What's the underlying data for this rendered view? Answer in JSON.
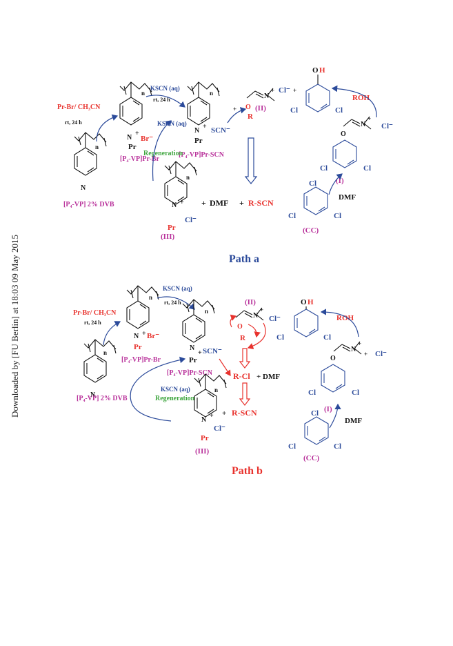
{
  "side_note": "Downloaded by [FU Berlin] at 18:03 09 May 2015",
  "colors": {
    "blue": "#2b4a9a",
    "red": "#e8322d",
    "magenta": "#b8309a",
    "green": "#3fa63f",
    "black": "#111111"
  },
  "path_a": {
    "title": "Path a",
    "reagent": "Pr-Br/ CH₃CN",
    "cond1": "rt, 24 h",
    "kscn": "KSCN (aq)",
    "cond2": "rt, 24 h",
    "kscn_regen": "KSCN (aq)",
    "regeneration": "Regeneration",
    "label_start": "[P₄-VP] 2% DVB",
    "label_prbr": "[P₄-VP]Pr-Br",
    "label_prscn": "[P₄-VP]Pr-SCN",
    "label_III": "(III)",
    "label_II": "(II)",
    "label_I": "(I)",
    "label_CC": "(CC)",
    "roh": "ROH",
    "dmf_cc": "DMF",
    "dmf_prod": "DMF",
    "rscn": "R-SCN",
    "scn": "SCN⁻",
    "br": "Br⁻",
    "cl": "Cl⁻",
    "pr": "Pr",
    "n": "N",
    "sub_n": "n",
    "plus": "+",
    "o": "O",
    "r": "R",
    "oh": "OH"
  },
  "path_b": {
    "title": "Path b",
    "reagent": "Pr-Br/ CH₃CN",
    "cond1": "rt, 24 h",
    "kscn": "KSCN (aq)",
    "cond2": "rt, 24 h",
    "kscn_regen": "KSCN (aq)",
    "regeneration": "Regeneration",
    "label_start": "[P₄-VP] 2% DVB",
    "label_prbr": "[P₄-VP]Pr-Br",
    "label_prscn": "[P₄-VP]Pr-SCN",
    "label_III": "(III)",
    "label_II": "(II)",
    "label_I": "(I)",
    "label_CC": "(CC)",
    "roh": "ROH",
    "dmf_cc": "DMF",
    "rcl": "R-Cl",
    "dmf_prod": "+ DMF",
    "rscn": "R-SCN",
    "scn": "SCN⁻",
    "br": "Br⁻",
    "cl": "Cl⁻",
    "pr": "Pr",
    "n": "N",
    "sub_n": "n",
    "plus": "+",
    "o": "O",
    "r": "R",
    "oh": "OH"
  }
}
